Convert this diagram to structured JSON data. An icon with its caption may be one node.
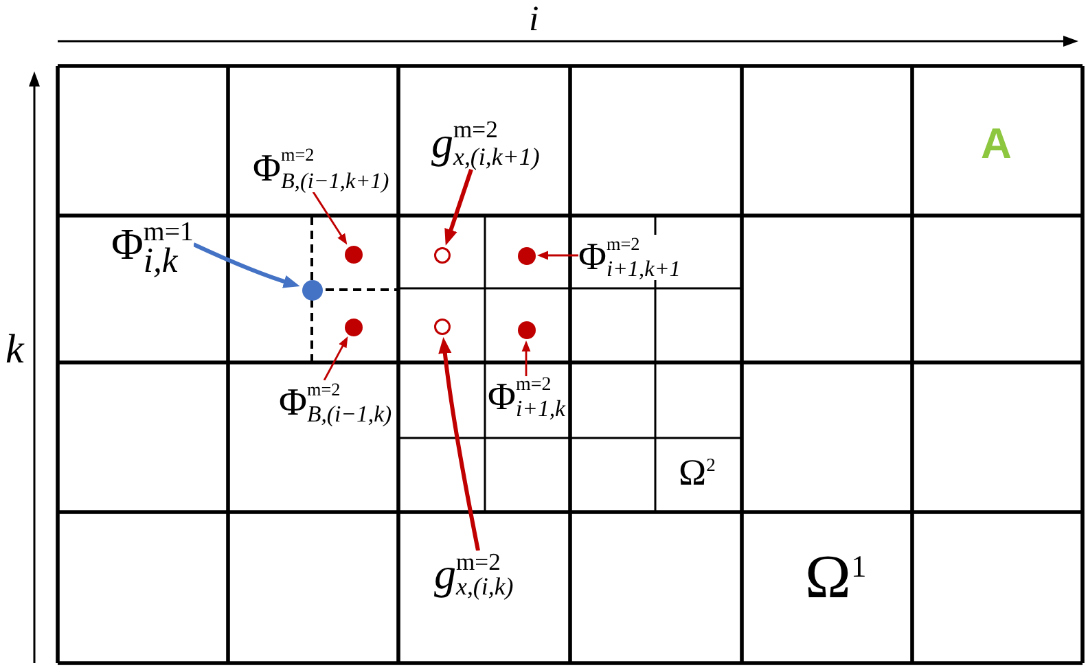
{
  "diagram": {
    "nodes": [
      {
        "text": [
          "*g*$^{m=2}$$_{x,(i,k+1)}$"
        ]
      },
      {
        "text": [
          "Φ$^{m=2}$$_{B,(i−1,k+1)}$"
        ]
      },
      {
        "text": [
          "Φ$^{m=1}$$_{i,k}$"
        ]
      },
      {
        "text": [],
        "shape": "circle"
      },
      {
        "text": [],
        "shape": "circle"
      },
      {
        "text": [],
        "shape": "circle"
      },
      {
        "text": [
          "Φ$^{m=2}$$_{i+1,k+1}$"
        ]
      },
      {
        "text": [],
        "shape": "circle"
      },
      {
        "text": [],
        "shape": "circle"
      },
      {
        "text": [],
        "shape": "circle"
      },
      {
        "text": [],
        "shape": "circle"
      },
      {
        "text": [
          "Φ$^{m=2}$$_{B,(i−1,k)}$"
        ]
      },
      {
        "text": [
          "Φ$^{m=2}$$_{i+1,k}$"
        ]
      },
      {
        "text": [
          "*g*$^{m=2}$$_{x,(i,k)}$"
        ]
      }
    ],
    "edges": [
      {
        "from": 0,
        "to": 4,
        "arrow": "to",
        "style": "thick"
      },
      {
        "from": 1,
        "to": 3,
        "arrow": "to"
      },
      {
        "from": 2,
        "to": 7,
        "arrow": "to",
        "style": "thick",
        "color": "#4472c4"
      },
      {
        "from": 6,
        "to": 5,
        "arrow": "to"
      },
      {
        "from": 11,
        "to": 8,
        "arrow": "to"
      },
      {
        "from": 12,
        "to": 10,
        "arrow": "to"
      },
      {
        "from": 13,
        "to": 9,
        "arrow": "to",
        "style": "thick"
      }
    ],
    "labels": [
      "i",
      "A",
      "k",
      "Ω$^{2}$",
      "Ω$^{1}$"
    ]
  }
}
